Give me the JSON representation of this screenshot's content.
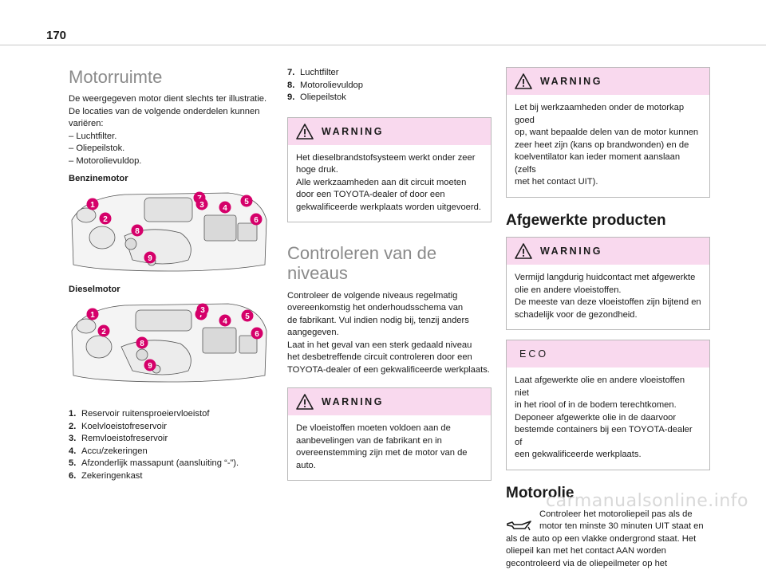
{
  "page_number": "170",
  "col1": {
    "title": "Motorruimte",
    "intro": "De weergegeven motor dient slechts ter illustratie.\nDe locaties van de volgende onderdelen kunnen\nvariëren:\n–  Luchtfilter.\n–  Oliepeilstok.\n–  Motorolievuldop.",
    "petrol_heading": "Benzinemotor",
    "diesel_heading": "Dieselmotor",
    "callout_labels": [
      "1",
      "2",
      "3",
      "4",
      "5",
      "6",
      "7",
      "8",
      "9"
    ],
    "items": [
      {
        "num": "1.",
        "text": "Reservoir ruitensproeiervloeistof"
      },
      {
        "num": "2.",
        "text": "Koelvloeistofreservoir"
      },
      {
        "num": "3.",
        "text": "Remvloeistofreservoir"
      },
      {
        "num": "4.",
        "text": "Accu/zekeringen"
      },
      {
        "num": "5.",
        "text": "Afzonderlijk massapunt (aansluiting “-”)."
      },
      {
        "num": "6.",
        "text": "Zekeringenkast"
      }
    ]
  },
  "col2": {
    "items": [
      {
        "num": "7.",
        "text": "Luchtfilter"
      },
      {
        "num": "8.",
        "text": "Motorolievuldop"
      },
      {
        "num": "9.",
        "text": "Oliepeilstok"
      }
    ],
    "warning1": {
      "label": "WARNING",
      "text": "Het dieselbrandstofsysteem werkt onder zeer\nhoge druk.\nAlle werkzaamheden aan dit circuit moeten\ndoor een TOYOTA-dealer of door een\ngekwalificeerde werkplaats worden uitgevoerd."
    },
    "levels_title": "Controleren van de niveaus",
    "levels_text": "Controleer de volgende niveaus regelmatig\novereenkomstig het onderhoudsschema van\nde fabrikant. Vul indien nodig bij, tenzij anders\naangegeven.\nLaat in het geval van een sterk gedaald niveau\nhet desbetreffende circuit controleren door een\nTOYOTA-dealer of een gekwalificeerde werkplaats.",
    "warning2": {
      "label": "WARNING",
      "text": "De vloeistoffen moeten voldoen aan de\naanbevelingen van de fabrikant en in\novereenstemming zijn met de motor van de\nauto."
    }
  },
  "col3": {
    "warning1": {
      "label": "WARNING",
      "text": "Let bij werkzaamheden onder de motorkap goed\nop, want bepaalde delen van de motor kunnen\nzeer heet zijn (kans op brandwonden) en de\nkoelventilator kan ieder moment aanslaan (zelfs\nmet het contact UIT)."
    },
    "products_title": "Afgewerkte producten",
    "warning2": {
      "label": "WARNING",
      "text": "Vermijd langdurig huidcontact met afgewerkte\nolie en andere vloeistoffen.\nDe meeste van deze vloeistoffen zijn bijtend en\nschadelijk voor de gezondheid."
    },
    "eco": {
      "label": "ECO",
      "text": "Laat afgewerkte olie en andere vloeistoffen niet\nin het riool of in de bodem terechtkomen.\nDeponeer afgewerkte olie in de daarvoor\nbestemde containers bij een TOYOTA-dealer of\neen gekwalificeerde werkplaats."
    },
    "oil_title": "Motorolie",
    "oil_text_first": "Controleer het motoroliepeil pas als de\nmotor ten minste 30 minuten UIT staat en",
    "oil_text_rest": "als de auto op een vlakke ondergrond staat. Het\noliepeil kan met het contact AAN worden\ngecontroleerd via de oliepeilmeter op het"
  },
  "watermark": "carmanualsonline.info",
  "colors": {
    "box_header": "#f9d9ee",
    "callout": "#d5006a",
    "heading_light": "#8a8a8a"
  }
}
